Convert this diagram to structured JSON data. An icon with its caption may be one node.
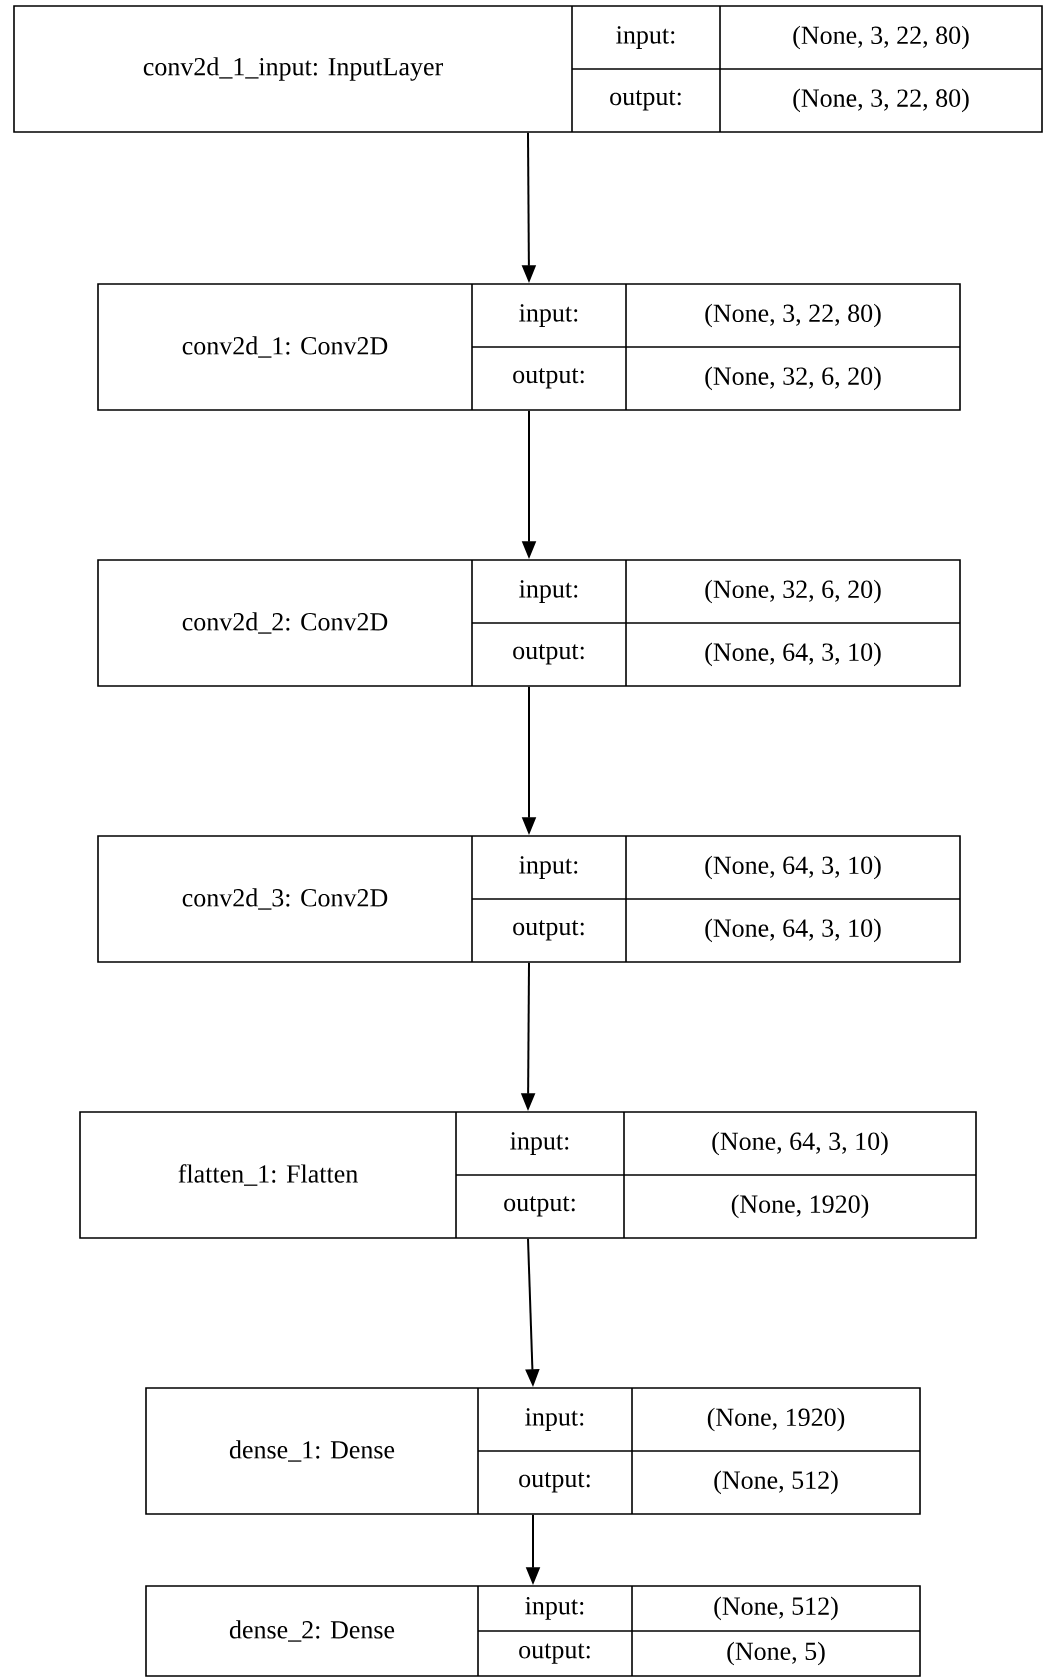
{
  "diagram": {
    "nodes": [
      {
        "text": [
          "conv2d_1_input: InputLayer",
          "input:",
          "(None, 3, 22, 80)",
          "output:",
          "(None, 3, 22, 80)"
        ]
      },
      {
        "text": [
          "conv2d_1: Conv2D",
          "input:",
          "(None, 3, 22, 80)",
          "output:",
          "(None, 32, 6, 20)"
        ]
      },
      {
        "text": [
          "conv2d_2: Conv2D",
          "input:",
          "(None, 32, 6, 20)",
          "output:",
          "(None, 64, 3, 10)"
        ]
      },
      {
        "text": [
          "conv2d_3: Conv2D",
          "input:",
          "(None, 64, 3, 10)",
          "output:",
          "(None, 64, 3, 10)"
        ]
      },
      {
        "text": [
          "flatten_1: Flatten",
          "input:",
          "(None, 64, 3, 10)",
          "output:",
          "(None, 1920)"
        ]
      },
      {
        "text": [
          "dense_1: Dense",
          "input:",
          "(None, 1920)",
          "output:",
          "(None, 512)"
        ]
      },
      {
        "text": [
          "dense_2: Dense",
          "input:",
          "(None, 512)",
          "output:",
          "(None, 5)"
        ]
      }
    ],
    "edges": [
      {
        "from": 0,
        "to": 1,
        "arrow": "to"
      },
      {
        "from": 1,
        "to": 2,
        "arrow": "to"
      },
      {
        "from": 2,
        "to": 3,
        "arrow": "to"
      },
      {
        "from": 3,
        "to": 4,
        "arrow": "to"
      },
      {
        "from": 4,
        "to": 5,
        "arrow": "to"
      },
      {
        "from": 5,
        "to": 6,
        "arrow": "to"
      }
    ]
  }
}
